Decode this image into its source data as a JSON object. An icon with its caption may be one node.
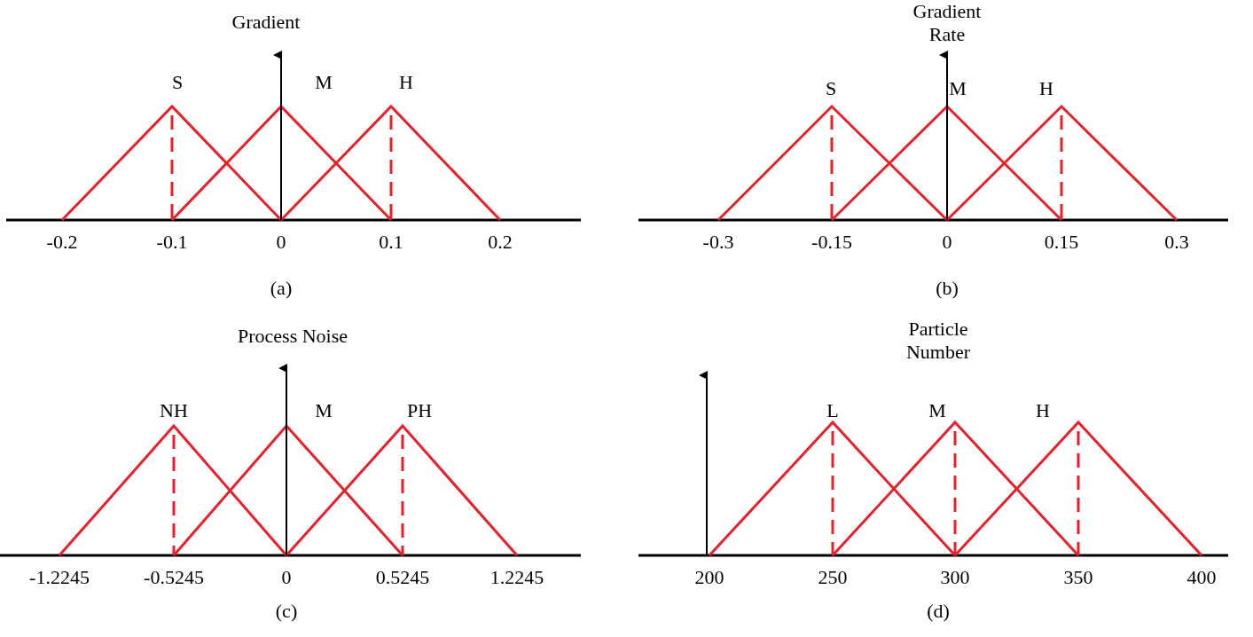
{
  "diagram": {
    "labels": [
      "Gradient",
      "S",
      "M",
      "H",
      "-0.2",
      "-0.1",
      "0",
      "0.1",
      "0.2",
      "(a)",
      "Gradient Rate",
      "S",
      "M",
      "H",
      "-0.3",
      "-0.15",
      "0",
      "0.15",
      "0.3",
      "(b)",
      "Process Noise",
      "NH",
      "M",
      "PH",
      "-1.2245",
      "-0.5245",
      "0",
      "0.5245",
      "1.2245",
      "(c)",
      "Particle Number",
      "L",
      "M",
      "H",
      "200",
      "250",
      "300",
      "350",
      "400",
      "(d)"
    ]
  }
}
